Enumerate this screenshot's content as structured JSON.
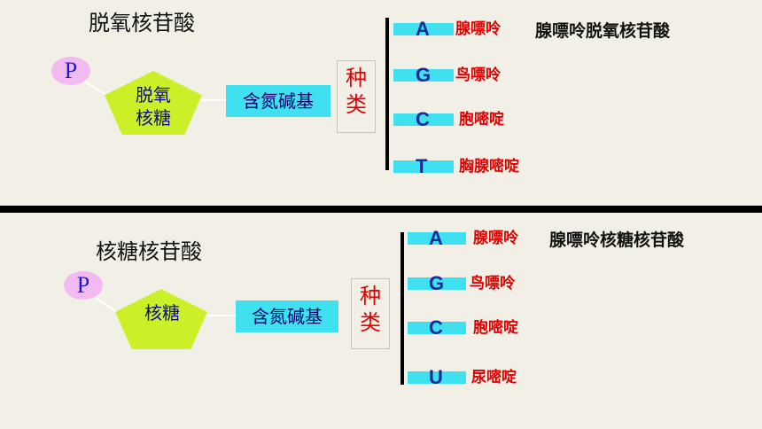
{
  "dna": {
    "title": "脱氧核苷酸",
    "phosphate": "P",
    "sugar_line1": "脱氧",
    "sugar_line2": "核糖",
    "base_label": "含氮碱基",
    "kind_line1": "种",
    "kind_line2": "类",
    "bases": [
      {
        "letter": "A",
        "name": "腺嘌呤"
      },
      {
        "letter": "G",
        "name": "鸟嘌呤"
      },
      {
        "letter": "C",
        "name": "胞嘧啶"
      },
      {
        "letter": "T",
        "name": "胸腺嘧啶"
      }
    ],
    "nucleotide_example": "腺嘌呤脱氧核苷酸"
  },
  "rna": {
    "title": "核糖核苷酸",
    "phosphate": "P",
    "sugar": "核糖",
    "base_label": "含氮碱基",
    "kind_line1": "种",
    "kind_line2": "类",
    "bases": [
      {
        "letter": "A",
        "name": "腺嘌呤"
      },
      {
        "letter": "G",
        "name": "鸟嘌呤"
      },
      {
        "letter": "C",
        "name": "胞嘧啶"
      },
      {
        "letter": "U",
        "name": "尿嘧啶"
      }
    ],
    "nucleotide_example": "腺嘌呤核糖核苷酸"
  },
  "colors": {
    "pentagon": "#ccf028",
    "phosphate": "#f3b9f3",
    "base_box": "#3fe0ef",
    "base_name": "#e00000",
    "letter": "#1b2b9a"
  }
}
